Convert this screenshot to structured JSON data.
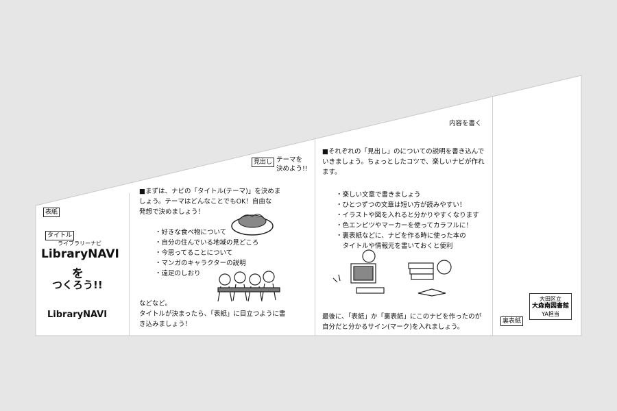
{
  "cover": {
    "label": "表紙",
    "title_label": "タイトル",
    "reading": "ライブラリーナビ",
    "title": "LibraryNAVI",
    "wo": "を",
    "tsukurou": "つくろう!!",
    "logo": "LibraryNAVI"
  },
  "midashi": {
    "label": "見出し",
    "line1": "テーマを",
    "line2": "決めよう!!"
  },
  "content_heading": "内容を書く",
  "left_panel": {
    "intro": [
      "■まずは、ナビの「タイトル(テーマ)」を決めま",
      "しょう。テーマはどんなことでもOK！自由な",
      "発想で決めましょう！"
    ],
    "examples": [
      "・好きな食べ物について",
      "・自分の住んでいる地域の見どころ",
      "・今思ってることについて",
      "・マンガのキャラクターの説明",
      "・遠足のしおり"
    ],
    "outro": [
      "などなど。",
      "タイトルが決まったら、「表紙」に目立つように書",
      "き込みましょう！"
    ]
  },
  "right_panel": {
    "intro": [
      "■それぞれの「見出し」のについての説明を書き込んで",
      "いきましょう。ちょっとしたコツで、楽しいナビが作れ",
      "ます。"
    ],
    "tips": [
      "・楽しい文章で書きましょう",
      "・ひとつずつの文章は短い方が読みやすい！",
      "・イラストや図を入れると分かりやすくなります",
      "・色エンピツやマーカーを使ってカラフルに！",
      "・裏表紙などに、ナビを作る時に使った本の",
      "　タイトルや情報元を書いておくと便利"
    ],
    "outro": [
      "最後に、「表紙」か「裏表紙」にこのナビを作ったのが",
      "自分だと分かるサイン(マーク)を入れましょう。"
    ]
  },
  "back_cover": {
    "label": "裏表紙",
    "stamp_line1": "大田区立",
    "stamp_line2": "大森南図書館",
    "stamp_line3": "YA担当"
  }
}
